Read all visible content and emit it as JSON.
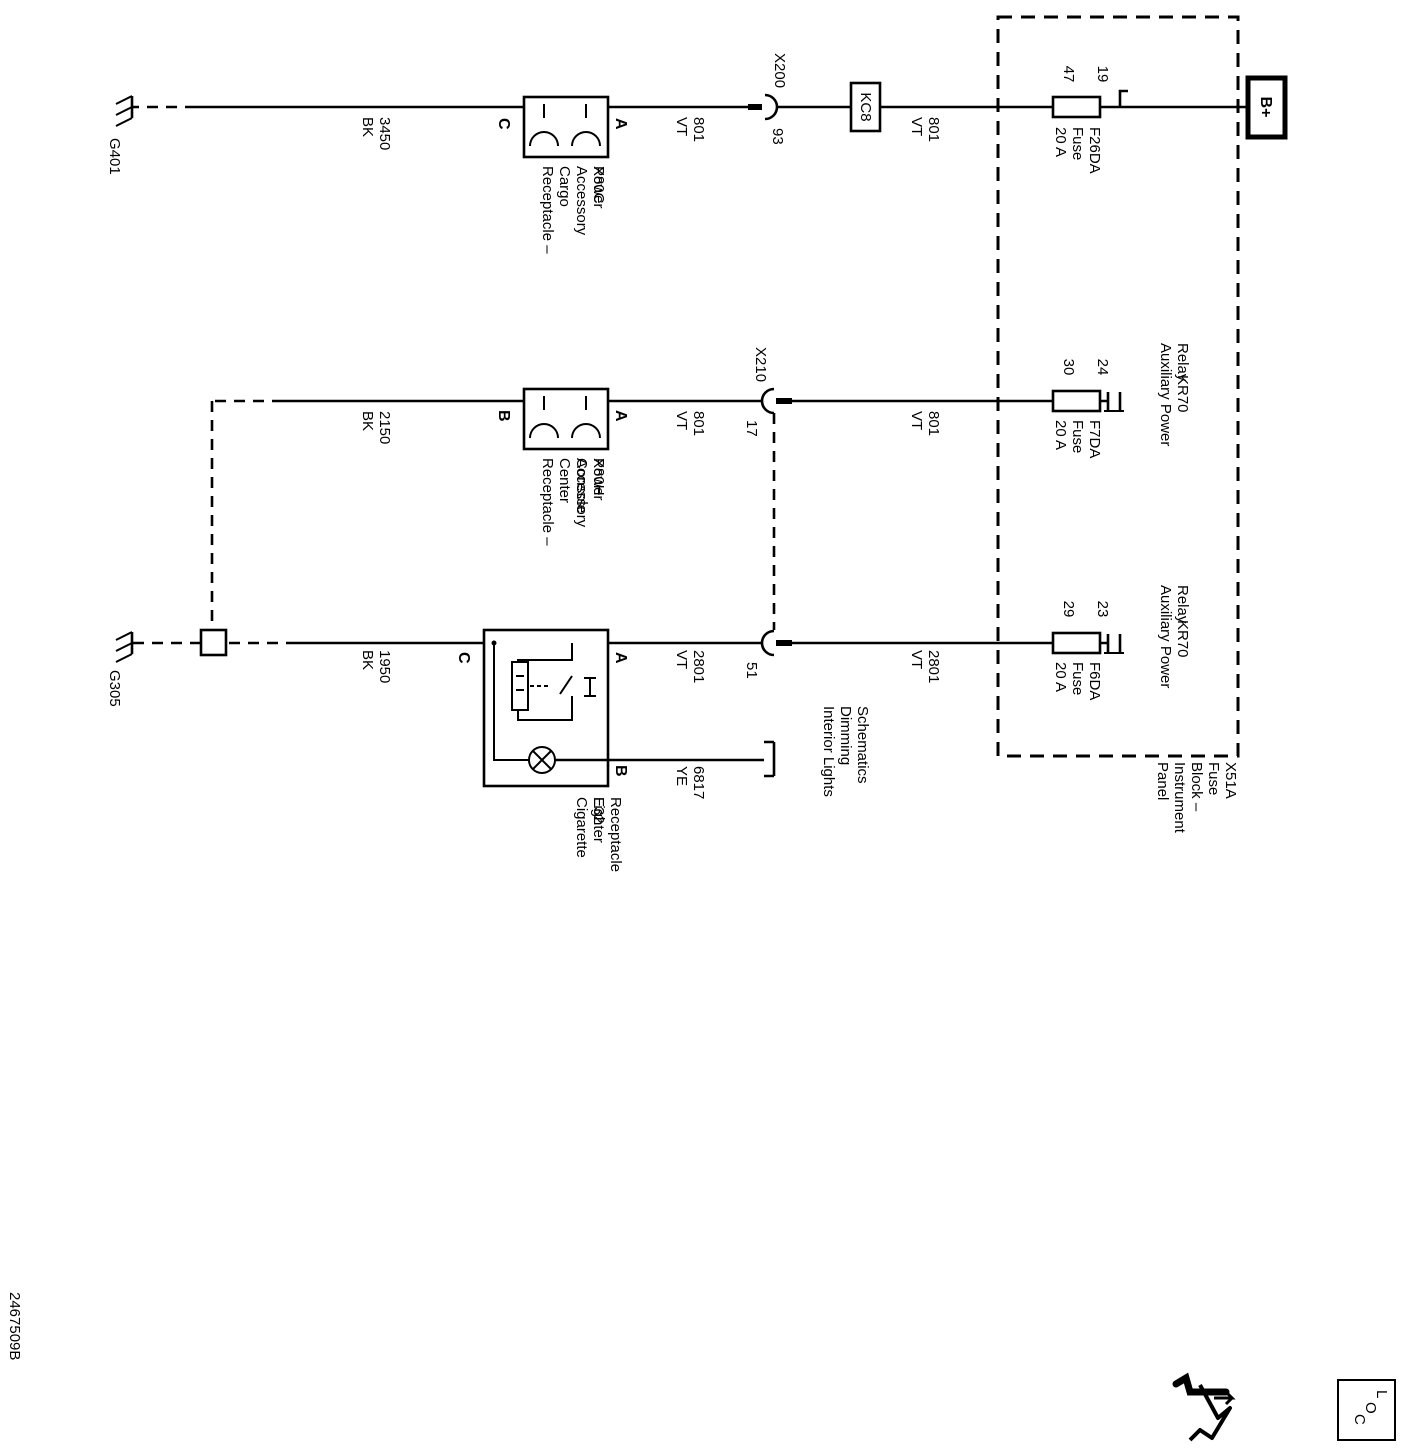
{
  "diagram_id": "2467509B",
  "supply": {
    "label": "B+"
  },
  "fuse_block": {
    "label": "X51A Fuse Block – Instrument Panel"
  },
  "circuits": [
    {
      "fuse": {
        "name": "F26DA",
        "type": "Fuse",
        "rating": "20 A",
        "pin_in": "19",
        "pin_out": "47"
      },
      "wire_upper": {
        "number": "801",
        "color": "VT"
      },
      "inline_device": "KC8",
      "inline_connector": {
        "name": "X200",
        "pin": "93"
      },
      "wire_lower": {
        "number": "801",
        "color": "VT"
      },
      "component": {
        "name": "X80C",
        "desc": "Accessory Power Receptacle – Cargo",
        "pin_a": "A",
        "pin_b": "C"
      },
      "ground_wire": {
        "number": "3450",
        "color": "BK"
      },
      "ground": "G401"
    },
    {
      "relay": {
        "name": "KR70",
        "desc": "Auxiliary Power Relay"
      },
      "fuse": {
        "name": "F7DA",
        "type": "Fuse",
        "rating": "20 A",
        "pin_in": "24",
        "pin_out": "30"
      },
      "wire_upper": {
        "number": "801",
        "color": "VT"
      },
      "inline_connector": {
        "name": "X210",
        "pin": "17"
      },
      "wire_lower": {
        "number": "801",
        "color": "VT"
      },
      "component": {
        "name": "X80H",
        "desc": "Accessory Power Receptacle – Center Console",
        "pin_a": "A",
        "pin_b": "B"
      },
      "ground_wire": {
        "number": "2150",
        "color": "BK"
      }
    },
    {
      "relay": {
        "name": "KR70",
        "desc": "Auxiliary Power Relay"
      },
      "fuse": {
        "name": "F6DA",
        "type": "Fuse",
        "rating": "20 A",
        "pin_in": "23",
        "pin_out": "29"
      },
      "wire_upper": {
        "number": "2801",
        "color": "VT"
      },
      "inline_connector": {
        "pin": "51"
      },
      "wire_lower": {
        "number": "2801",
        "color": "VT"
      },
      "component": {
        "name": "E32",
        "desc": "Cigarette Lighter Receptacle",
        "pin_a": "A",
        "pin_b": "C",
        "pin_lamp": "B"
      },
      "ground_wire": {
        "number": "1950",
        "color": "BK"
      },
      "ground": "G305"
    }
  ],
  "dimming": {
    "wire_number": "6817",
    "wire_color": "YE",
    "ref": "Interior Lights Dimming Schematics"
  },
  "legend": {
    "loc_box": "L O C",
    "icon": "wrench-and-arrows-icon"
  }
}
